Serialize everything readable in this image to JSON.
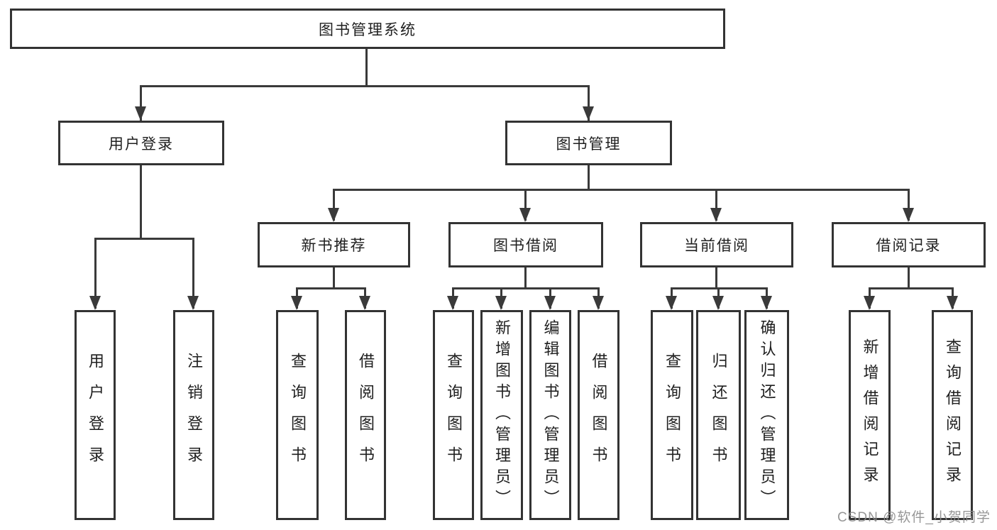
{
  "colors": {
    "background": "#ffffff",
    "box_border": "#333333",
    "connector_line": "#3a3a3a",
    "text": "#1f1f1f",
    "watermark_text_color": "#8c8c8c"
  },
  "watermark": {
    "text": "CSDN @软件_小贺同学"
  },
  "tree": {
    "label": "图书管理系统",
    "children": [
      {
        "label": "用户登录",
        "children": [
          {
            "label": "用户登录"
          },
          {
            "label": "注销登录"
          }
        ]
      },
      {
        "label": "图书管理",
        "children": [
          {
            "label": "新书推荐",
            "children": [
              {
                "label": "查询图书"
              },
              {
                "label": "借阅图书"
              }
            ]
          },
          {
            "label": "图书借阅",
            "children": [
              {
                "label": "查询图书"
              },
              {
                "label": "新增图书（管理员）"
              },
              {
                "label": "编辑图书（管理员）"
              },
              {
                "label": "借阅图书"
              }
            ]
          },
          {
            "label": "当前借阅",
            "children": [
              {
                "label": "查询图书"
              },
              {
                "label": "归还图书"
              },
              {
                "label": "确认归还（管理员）"
              }
            ]
          },
          {
            "label": "借阅记录",
            "children": [
              {
                "label": "新增借阅记录"
              },
              {
                "label": "查询借阅记录"
              }
            ]
          }
        ]
      }
    ]
  }
}
